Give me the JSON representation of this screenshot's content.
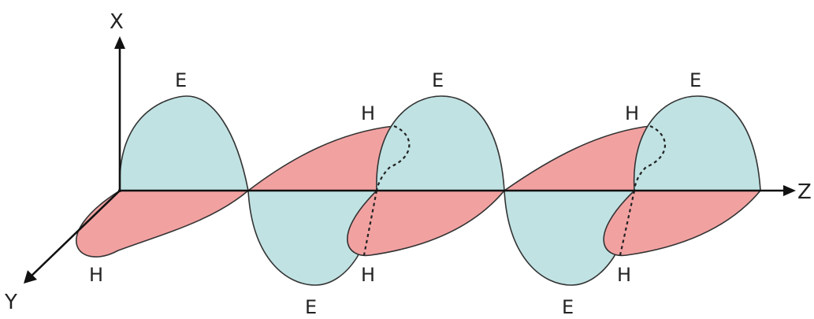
{
  "axes": {
    "x_label": "X",
    "y_label": "Y",
    "z_label": "Z"
  },
  "labels": {
    "e": "E",
    "h": "H"
  },
  "colors": {
    "electric_field": "#c0e2e3",
    "magnetic_field": "#f2a1a1",
    "outline": "#333333",
    "axis": "#111111"
  }
}
